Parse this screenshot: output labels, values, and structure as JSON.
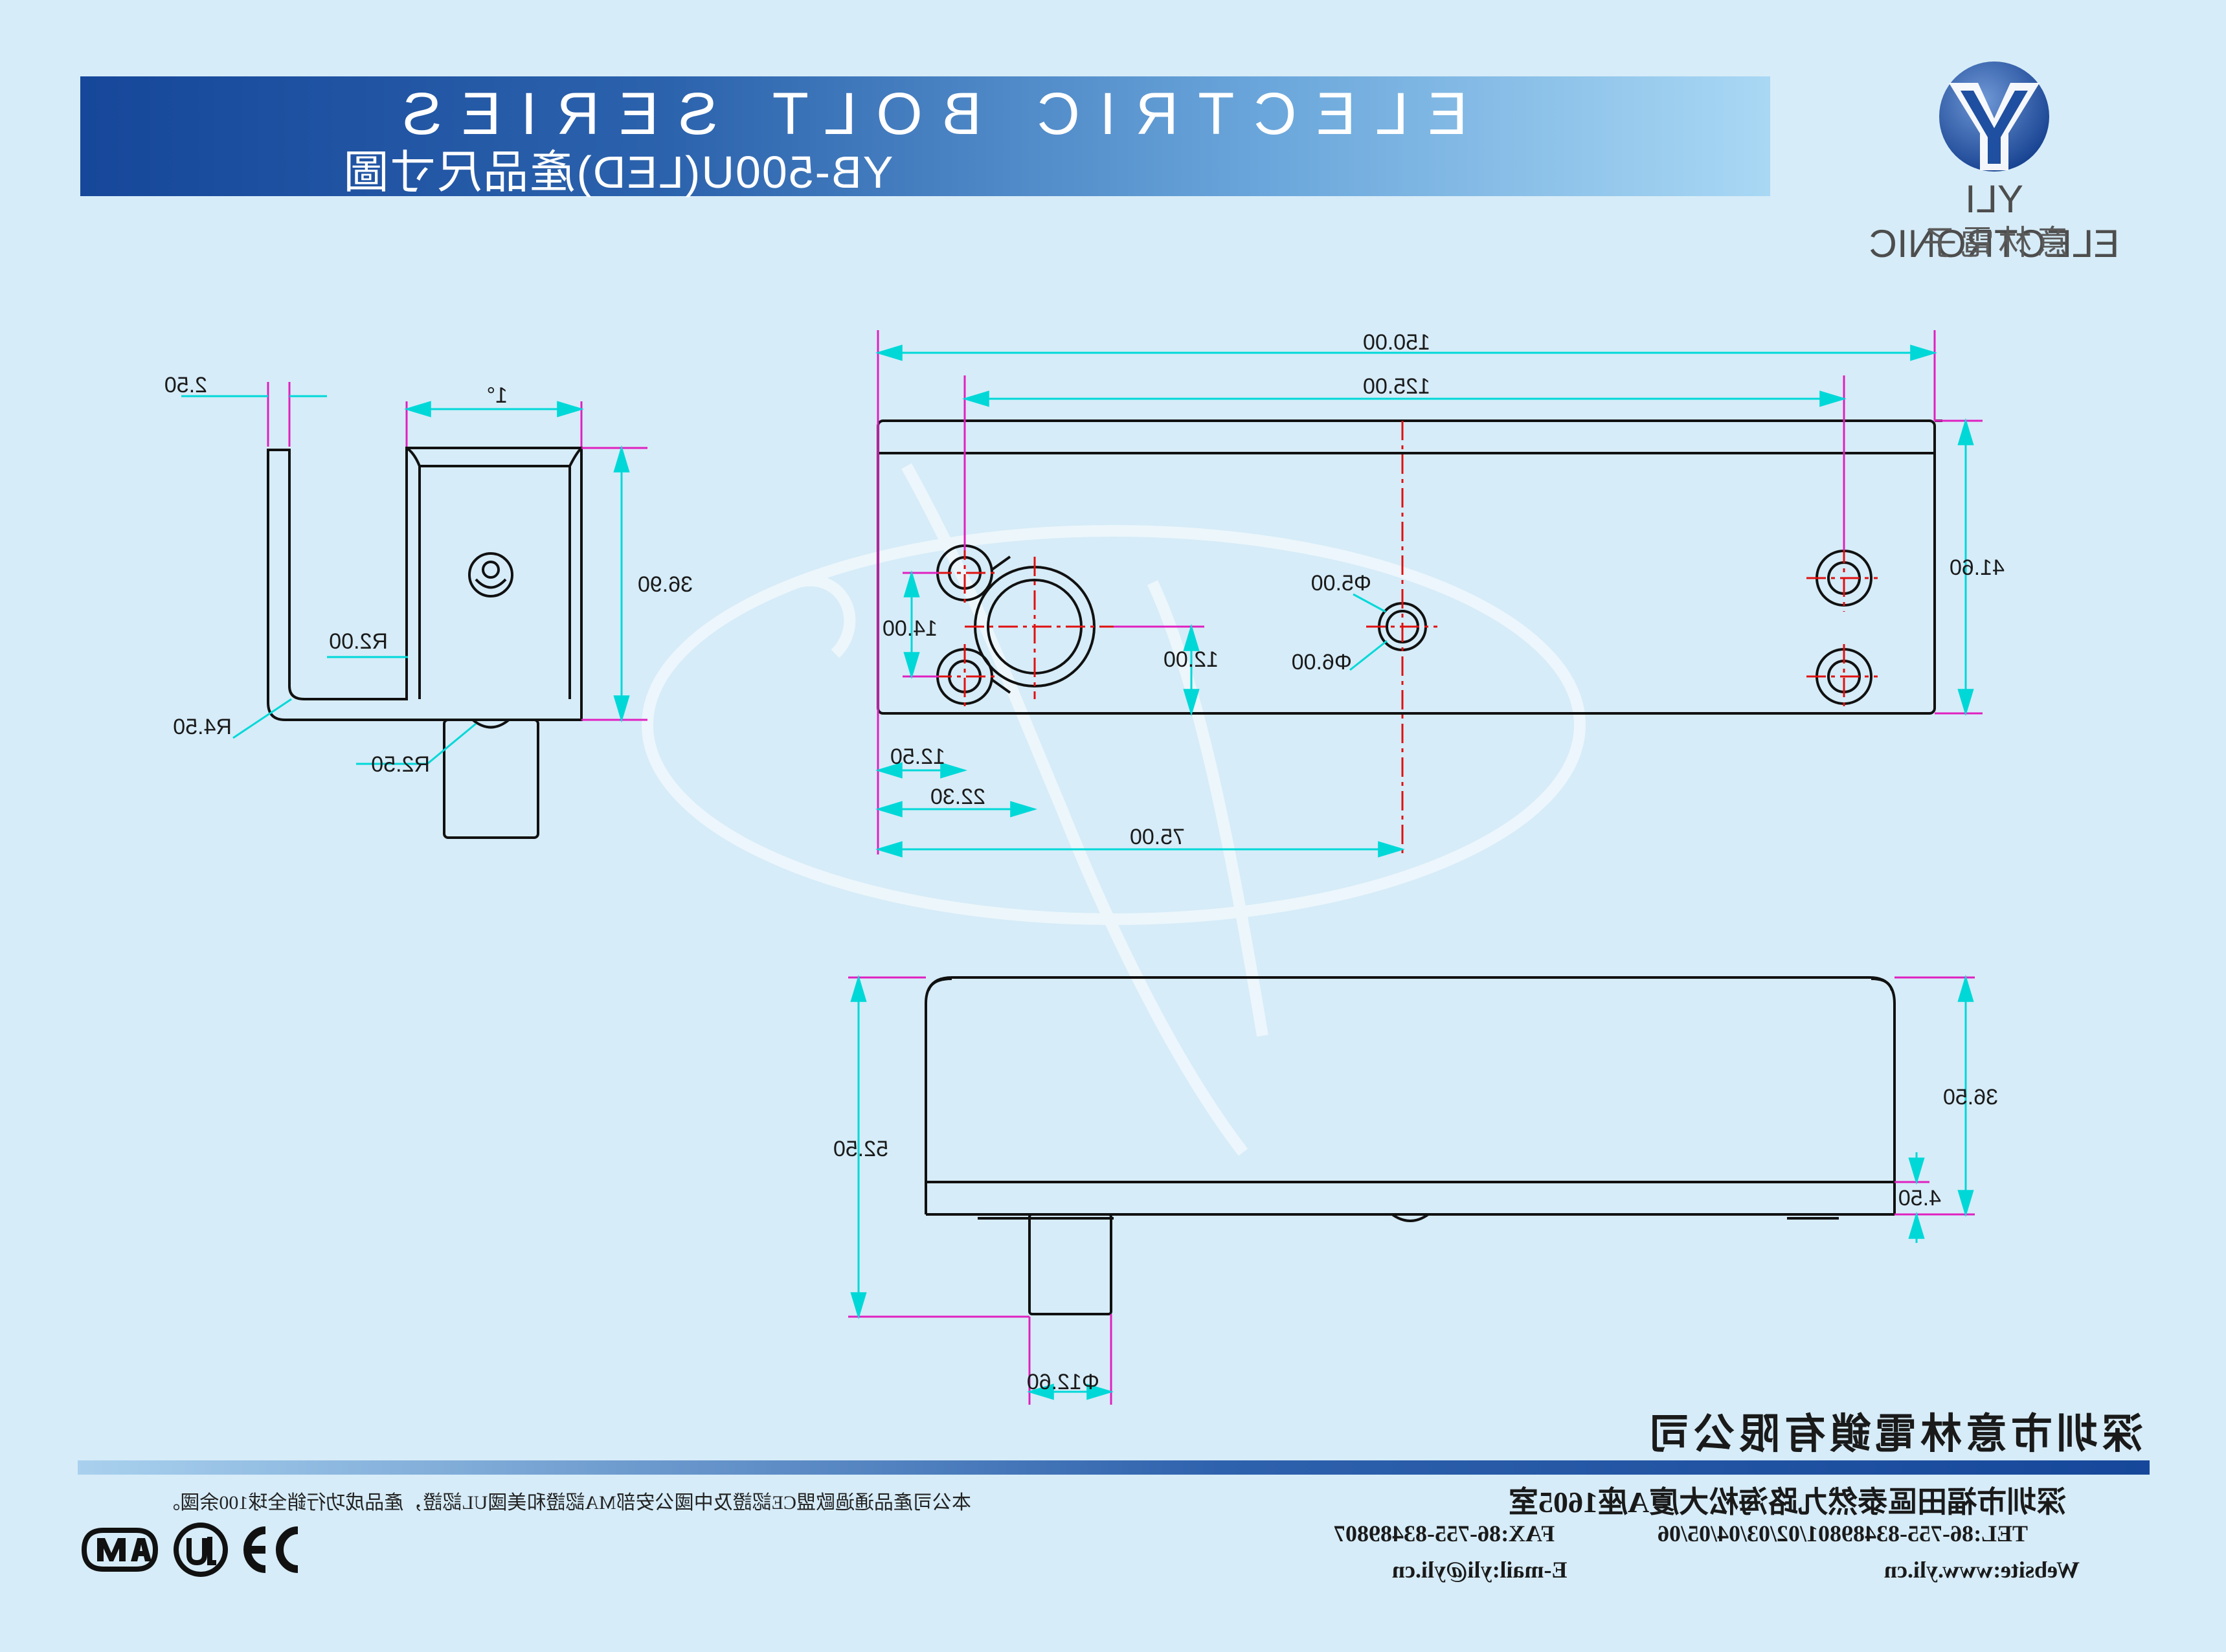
{
  "banner": {
    "title": "ELECTRIC BOLT SERIES",
    "subtitle": "YB-500U(LED)產品尺寸圖"
  },
  "logo": {
    "name": "YLI ELECTRONIC",
    "cn_name": "意林電子",
    "icon": "yli-y-logo-icon"
  },
  "dimensions": {
    "left_view": {
      "d1": "2.50",
      "d2": "1°",
      "d3": "36.90",
      "d4": "R2.00",
      "d5": "R4.50",
      "d6": "R2.50"
    },
    "top_view": {
      "d1": "150.00",
      "d2": "125.00",
      "d3": "41.60",
      "d4": "Φ5.00",
      "d5": "Φ6.00",
      "d6": "14.00",
      "d7": "12.00",
      "d8": "12.50",
      "d9": "22.30",
      "d10": "75.00"
    },
    "front_view": {
      "d1": "36.50",
      "d2": "4.50",
      "d3": "52.50",
      "d4": "Φ12.60"
    }
  },
  "footer": {
    "company": "深圳市意林電鎖有限公司",
    "address": "深圳市福田區泰然九路海松大廈A座1605室",
    "tel": "TEL:86-755-83489801/02/03/04/05/06",
    "fax": "FAX:86-755-83489807",
    "website": "Website:www.yli.cn",
    "email": "E-mail:yli@yli.cn",
    "cert_text": "本公司產品通過歐盟CE認證及中國公安部MA認證和美國UL認證，產品成功行銷全球100余國。",
    "cert_icons": [
      "ce-mark-icon",
      "ul-mark-icon",
      "ma-mark-icon"
    ]
  },
  "colors": {
    "dimension_line": "#00e5e5",
    "extension_line": "#e020c0",
    "center_line": "#e01010",
    "outline": "#111111",
    "background": "#d6ecf8"
  }
}
